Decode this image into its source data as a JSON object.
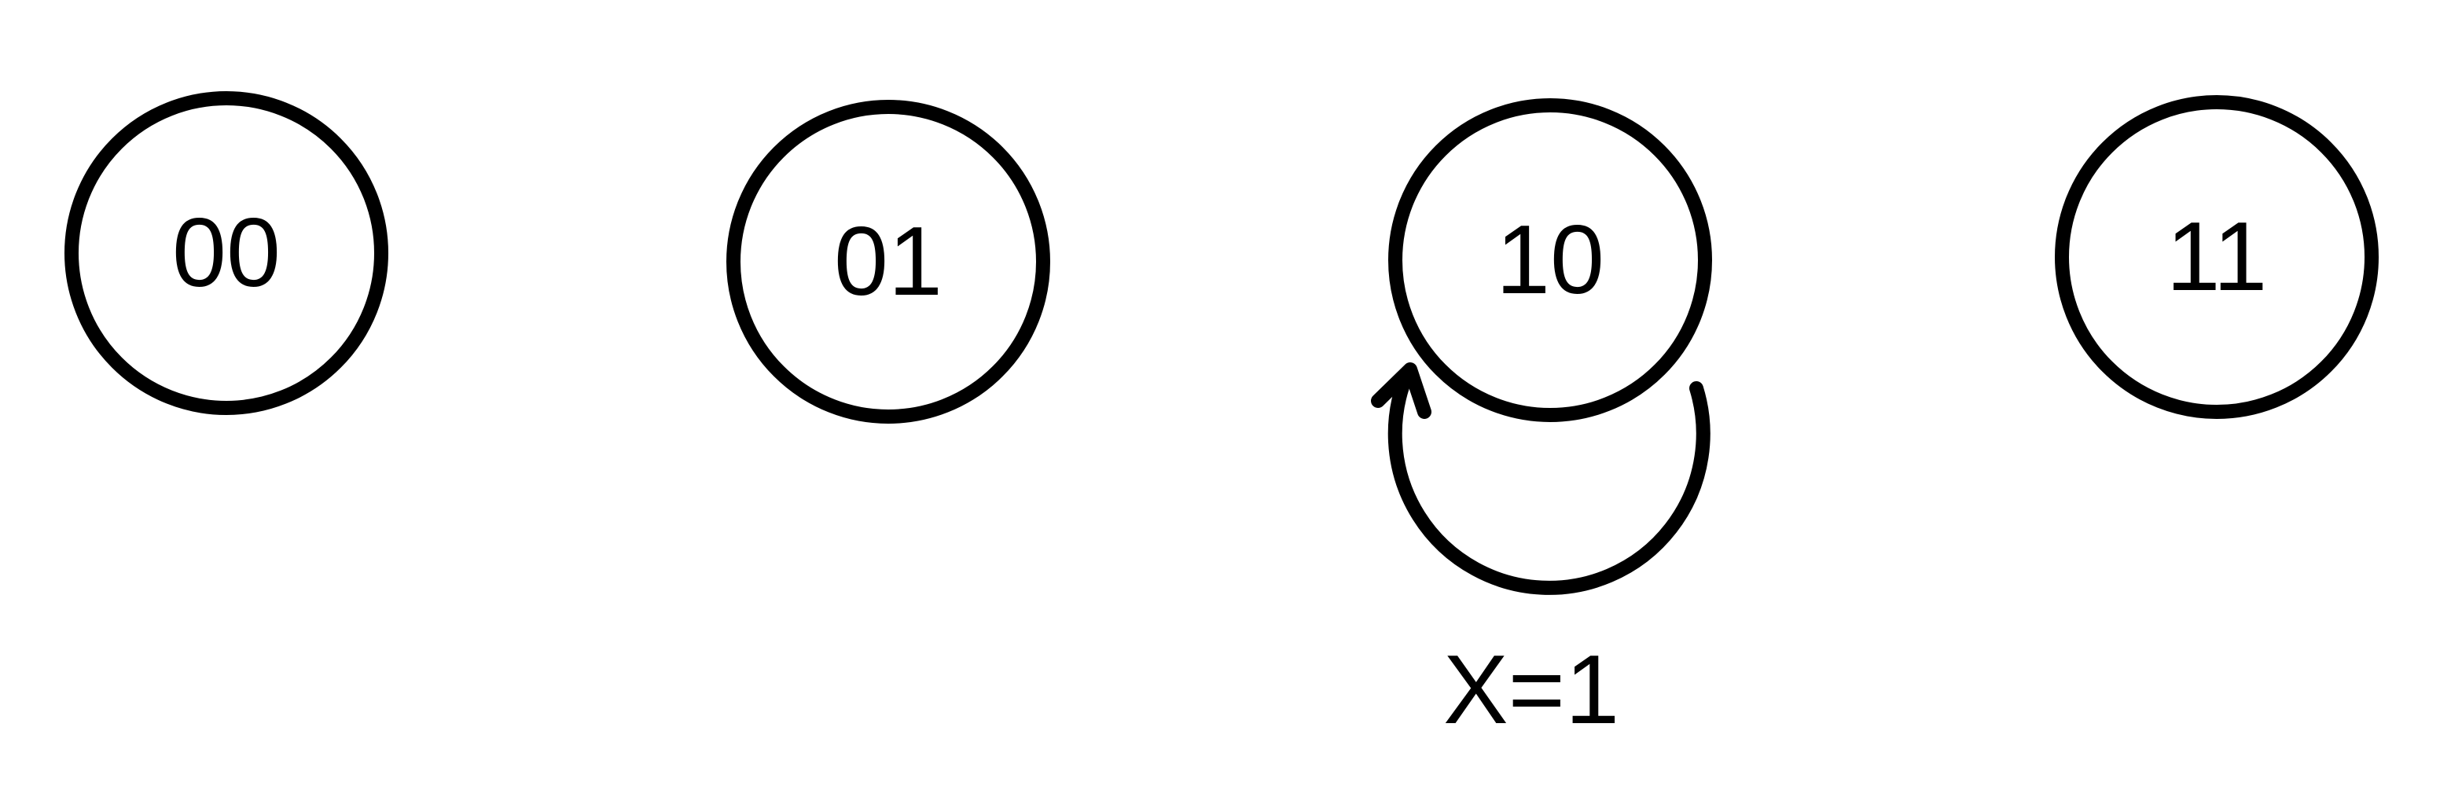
{
  "states": [
    {
      "label": "00"
    },
    {
      "label": "01"
    },
    {
      "label": "10"
    },
    {
      "label": "11"
    }
  ],
  "transitions": [
    {
      "from": "10",
      "to": "10",
      "label": "X=1"
    }
  ],
  "colors": {
    "stroke": "#000000",
    "background": "#ffffff"
  }
}
